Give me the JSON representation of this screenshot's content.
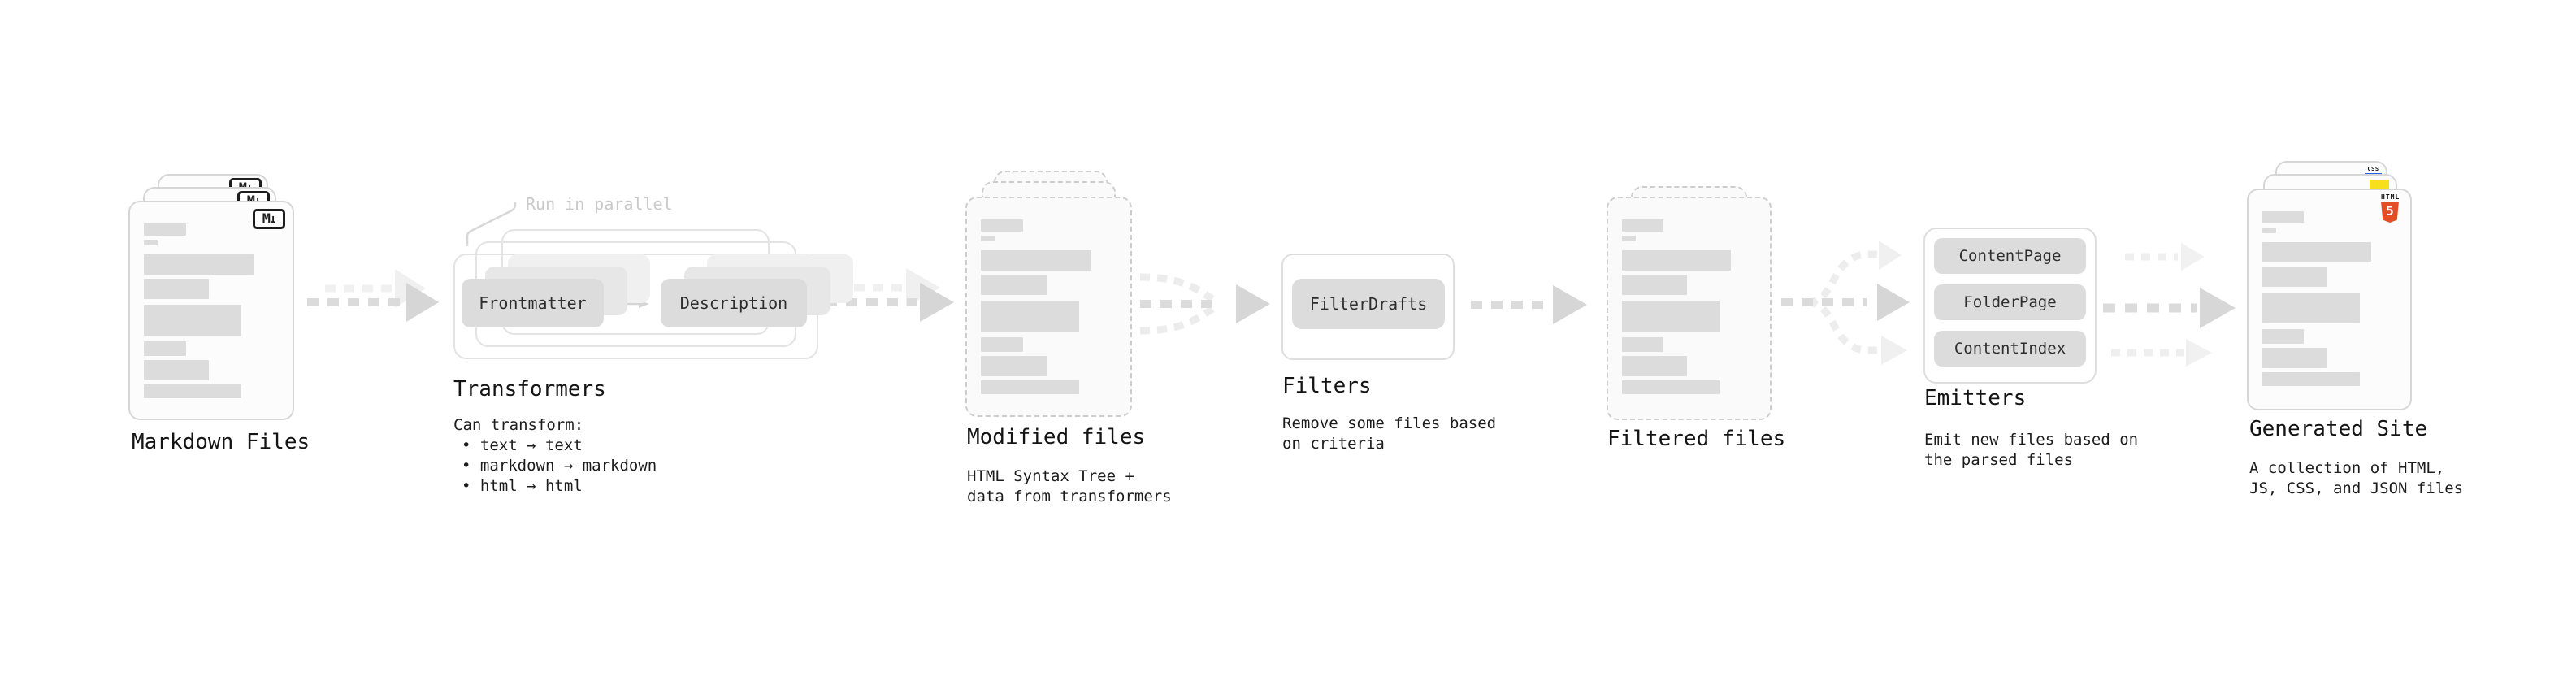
{
  "stages": {
    "markdown": {
      "label": "Markdown Files",
      "file_badge": "M↓"
    },
    "transformers": {
      "label": "Transformers",
      "note": "Run in parallel",
      "pill_frontmatter": "Frontmatter",
      "pill_description": "Description",
      "desc_title": "Can transform:",
      "bullet_1": "• text → text",
      "bullet_2": "• markdown → markdown",
      "bullet_3": "• html → html"
    },
    "modified": {
      "label": "Modified files",
      "desc_line1": "HTML Syntax Tree +",
      "desc_line2": "data from transformers"
    },
    "filters": {
      "label": "Filters",
      "pill_filterdrafts": "FilterDrafts",
      "desc_line1": "Remove some files based",
      "desc_line2": "on criteria"
    },
    "filtered": {
      "label": "Filtered files"
    },
    "emitters": {
      "label": "Emitters",
      "pill_1": "ContentPage",
      "pill_2": "FolderPage",
      "pill_3": "ContentIndex",
      "desc_line1": "Emit new files based on",
      "desc_line2": "the parsed files"
    },
    "generated": {
      "label": "Generated Site",
      "desc_line1": "A collection of HTML,",
      "desc_line2": "JS, CSS, and JSON files",
      "badge_css_text": "CSS",
      "badge_html_text": "HTML",
      "badge_html_number": "5"
    }
  },
  "colors": {
    "html5_orange": "#e44d26",
    "js_yellow": "#f7df1e",
    "css_blue": "#2862e9",
    "card_border": "#d6d6d6",
    "skeleton_bar": "#dcdcdc",
    "arrow_gray": "#dbdbdb"
  }
}
